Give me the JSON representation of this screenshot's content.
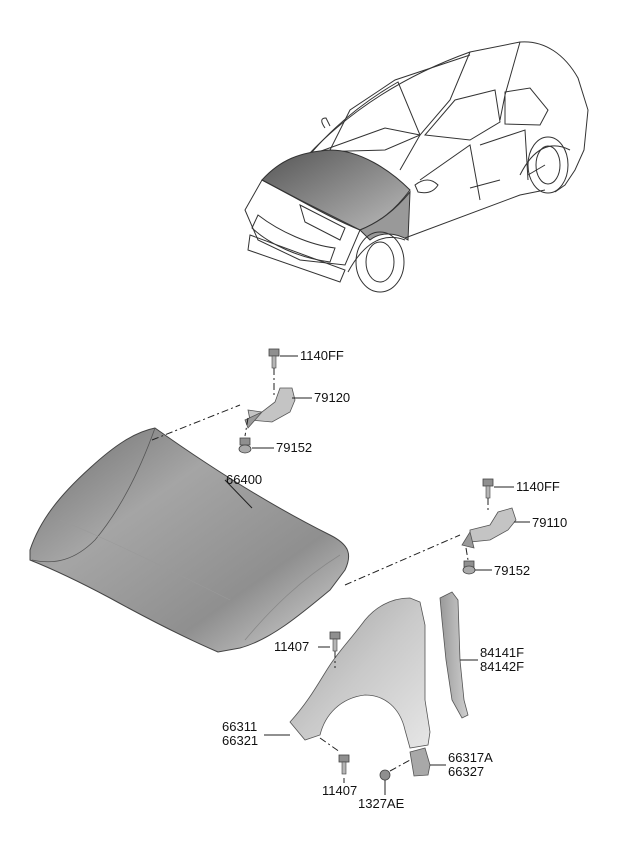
{
  "labels": {
    "bolt_top_hinge": "1140FF",
    "hinge_left": "79120",
    "nut_left": "79152",
    "hood": "66400",
    "bolt_right_hinge": "1140FF",
    "hinge_right": "79110",
    "nut_right": "79152",
    "bolt_fender_top": "11407",
    "insulator_line1": "84141F",
    "insulator_line2": "84142F",
    "fender_line1": "66311",
    "fender_line2": "66321",
    "bolt_fender_bottom": "11407",
    "bracket_line1": "66317A",
    "bracket_line2": "66327",
    "clip": "1327AE"
  },
  "colors": {
    "part_fill_light": "#d8d8d8",
    "part_fill_dark": "#8a8a8a",
    "line": "#222222"
  }
}
